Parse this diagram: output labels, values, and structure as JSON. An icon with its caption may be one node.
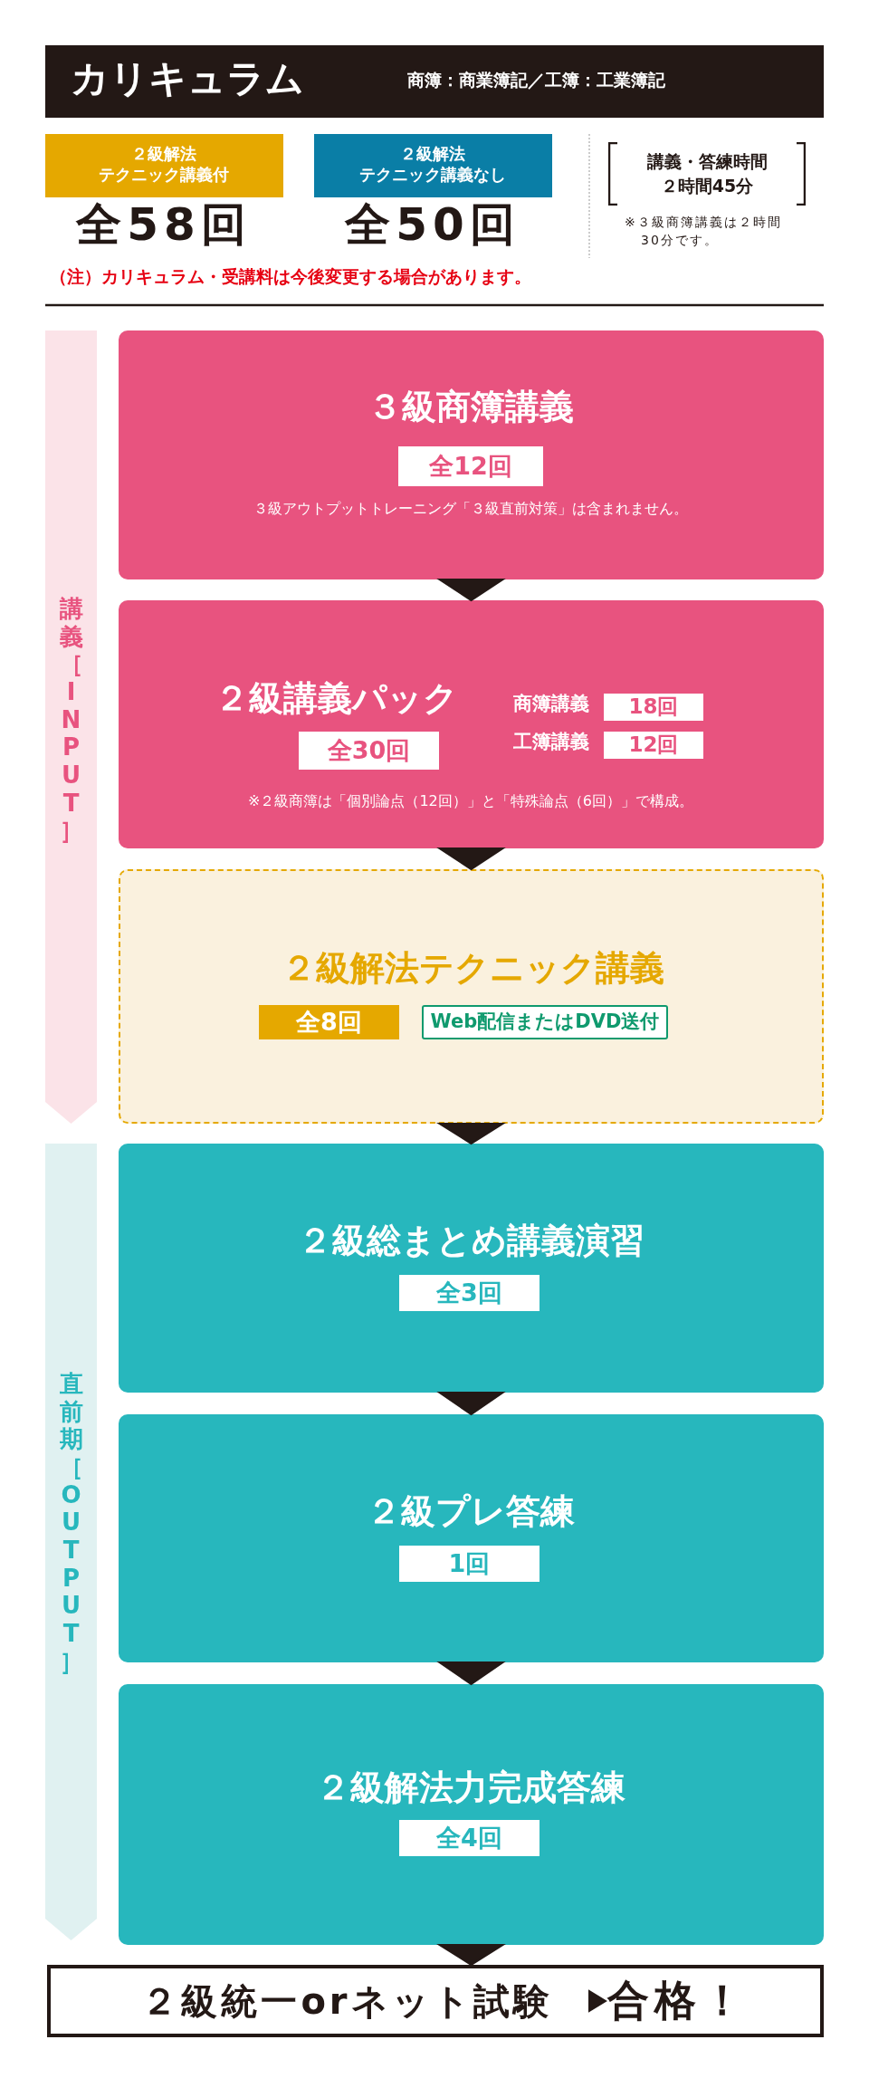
{
  "diagram": {
    "nodes": [
      {
        "text": [
          "カリキュラム",
          "商簿：商業簿記／工簿：工業簿記"
        ]
      },
      {
        "text": [
          "２級解法テクニック講義付"
        ],
        "beside": [
          "全58回"
        ]
      },
      {
        "text": [
          "２級解法テクニック講義なし"
        ],
        "beside": [
          "全50回"
        ]
      },
      {
        "text": [
          "講義・答練時間２時間45分"
        ],
        "beside": [
          "※３級商簿講義は２時間30分です。"
        ]
      },
      {
        "text": [
          "講義［INPUT］"
        ]
      },
      {
        "text": [
          "直前期［OUTPUT］"
        ]
      },
      {
        "text": [
          "３級商簿講義",
          "全12回",
          "３級アウトプットトレーニング「３級直前対策」は含まれません。"
        ]
      },
      {
        "text": [
          "２級講義パック",
          "全30回",
          "商簿講義",
          "18回",
          "工簿講義",
          "12回",
          "※２級商簿は「個別論点（12回）」と「特殊論点（6回）」で構成。"
        ]
      },
      {
        "text": [
          "２級解法テクニック講義",
          "全8回",
          "Web配信またはDVD送付"
        ]
      },
      {
        "text": [
          "２級総まとめ講義演習",
          "全3回"
        ]
      },
      {
        "text": [
          "２級プレ答練",
          "1回"
        ]
      },
      {
        "text": [
          "２級解法力完成答練",
          "全4回"
        ]
      },
      {
        "text": [],
        "shape": "box"
      },
      {
        "text": [
          "２級統一orネット試験"
        ],
        "in": 12
      },
      {
        "text": [
          "合格！"
        ],
        "in": 12
      }
    ],
    "edges": [
      {
        "from": 6,
        "to": 7,
        "arrow": "to"
      },
      {
        "from": 7,
        "to": 8,
        "arrow": "to"
      },
      {
        "from": 8,
        "to": 9,
        "arrow": "to"
      },
      {
        "from": 9,
        "to": 10,
        "arrow": "to"
      },
      {
        "from": 10,
        "to": 11,
        "arrow": "to"
      },
      {
        "from": 11,
        "to": 12,
        "arrow": "to"
      },
      {
        "from": 13,
        "to": 14,
        "arrow": "to"
      }
    ],
    "labels": [
      "（注）カリキュラム・受講料は今後変更する場合があります。"
    ]
  }
}
